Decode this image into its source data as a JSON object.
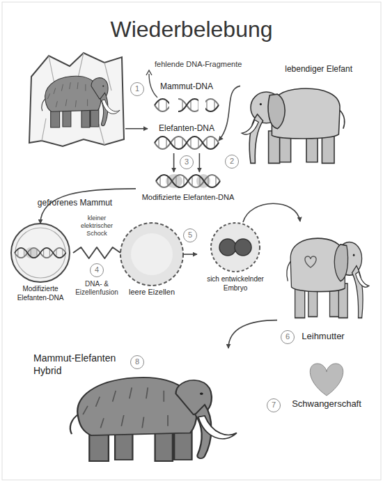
{
  "diagram": {
    "title": "Wiederbelebung",
    "nodes": [
      {
        "text": [
          "gefrorenes Mammut"
        ]
      },
      {
        "text": [
          "Mammut-DNA"
        ]
      },
      {
        "text": [
          "lebendiger Elefant"
        ]
      },
      {
        "text": [
          "Elefanten-DNA"
        ]
      },
      {
        "text": [
          "Modifizierte Elefanten-DNA"
        ]
      },
      {
        "text": [
          "Modifizierte Elefanten-DNA"
        ]
      },
      {
        "text": [
          "leere Eizellen"
        ]
      },
      {
        "text": [
          "sich entwickelnder Embryo"
        ]
      },
      {
        "text": [
          "Leihmutter"
        ]
      },
      {
        "text": [
          "Schwangerschaft"
        ]
      },
      {
        "text": [
          "Mammut-Elefanten Hybrid"
        ]
      }
    ],
    "edges": [
      {
        "from": 0,
        "to": 1,
        "arrow": "to"
      },
      {
        "from": 2,
        "to": 3,
        "arrow": "to"
      },
      {
        "from": 3,
        "to": 4,
        "arrow": "to"
      },
      {
        "from": 3,
        "to": 4,
        "arrow": "to"
      },
      {
        "from": 4,
        "to": 5,
        "arrow": "to"
      },
      {
        "from": 5,
        "to": 6,
        "arrow": "none"
      },
      {
        "from": 6,
        "to": 7,
        "arrow": "to"
      },
      {
        "from": 7,
        "to": 8,
        "arrow": "to"
      },
      {
        "from": 8,
        "to": 10,
        "arrow": "to"
      }
    ],
    "labels": [
      "fehlende DNA-Fragmente",
      "1",
      "2",
      "3",
      "kleiner elektrischer Schock",
      "4",
      "DNA- & Eizellenfusion",
      "5",
      "6",
      "7",
      "8"
    ]
  }
}
